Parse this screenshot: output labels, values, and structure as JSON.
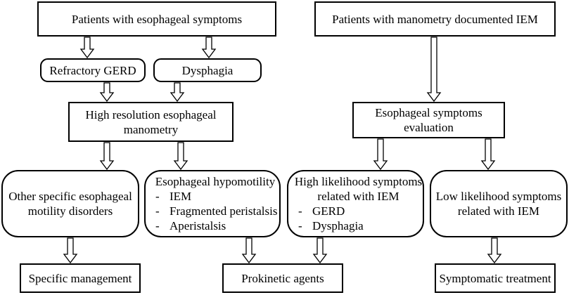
{
  "nodes": {
    "patients_symptoms": "Patients with esophageal symptoms",
    "patients_iem": "Patients with manometry documented IEM",
    "refractory_gerd": "Refractory GERD",
    "dysphagia": "Dysphagia",
    "hrm_line1": "High resolution esophageal",
    "hrm_line2": "manometry",
    "eval_line1": "Esophageal symptoms",
    "eval_line2": "evaluation",
    "other_line1": "Other specific esophageal",
    "other_line2": "motility disorders",
    "hypo_title": "Esophageal hypomotility",
    "hypo_items": [
      "IEM",
      "Fragmented peristalsis",
      "Aperistalsis"
    ],
    "high_line1": "High likelihood symptoms",
    "high_line2": "related with IEM",
    "high_items": [
      "GERD",
      "Dysphagia"
    ],
    "low_line1": "Low likelihood symptoms",
    "low_line2": "related with IEM",
    "specific_mgmt": "Specific management",
    "prokinetic": "Prokinetic agents",
    "symptomatic": "Symptomatic treatment"
  }
}
